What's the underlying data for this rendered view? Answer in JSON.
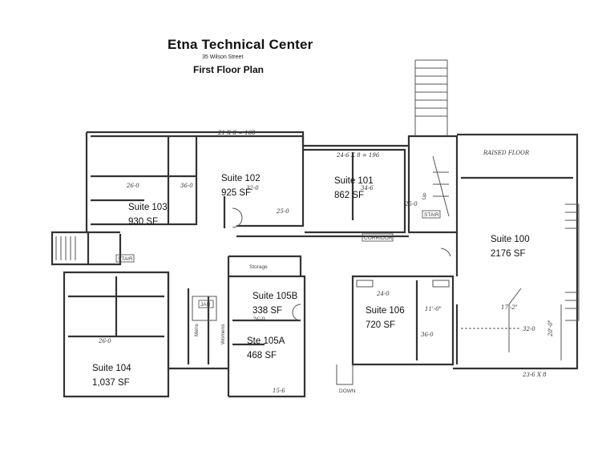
{
  "header": {
    "title": "Etna Technical  Center",
    "address": "35 Wilson Street",
    "subtitle": "First Floor Plan"
  },
  "suites": [
    {
      "name": "Suite 103",
      "area": "930 SF"
    },
    {
      "name": "Suite 102",
      "area": "925 SF"
    },
    {
      "name": "Suite 101",
      "area": "862 SF"
    },
    {
      "name": "Suite 100",
      "area": "2176 SF"
    },
    {
      "name": "Suite 105B",
      "area": "338 SF"
    },
    {
      "name": "Ste 105A",
      "area": "468 SF"
    },
    {
      "name": "Suite 106",
      "area": "720 SF"
    },
    {
      "name": "Suite 104",
      "area": "1,037 SF"
    }
  ],
  "rooms": {
    "storage": "Storage",
    "mens": "Mens",
    "womens": "Womens",
    "jan": "JAN",
    "stair_left": "STAIR",
    "stair_right": "STAIR",
    "corridor": "CORRIDOR",
    "raised_floor": "RAISED FLOOR",
    "down": "DOWN",
    "up": "UP"
  },
  "dimensions": {
    "top_left": "21 X 8 = 168",
    "top_mid": "24-6 X 8 = 196",
    "s103": "26-0",
    "s103b": "36-0",
    "s102": "32-0",
    "s102v": "25-0",
    "s101": "34-6",
    "s101v": "25-0",
    "s100a": "17'-2\"",
    "s100b": "32-0",
    "s100v": "20'-0\"",
    "s100c": "23-6 X 8",
    "s106a": "24-0",
    "s106b": "11'-0\"",
    "s106c": "36-0",
    "s104": "26-0",
    "s105b": "26-0",
    "s105a": "15-6"
  }
}
